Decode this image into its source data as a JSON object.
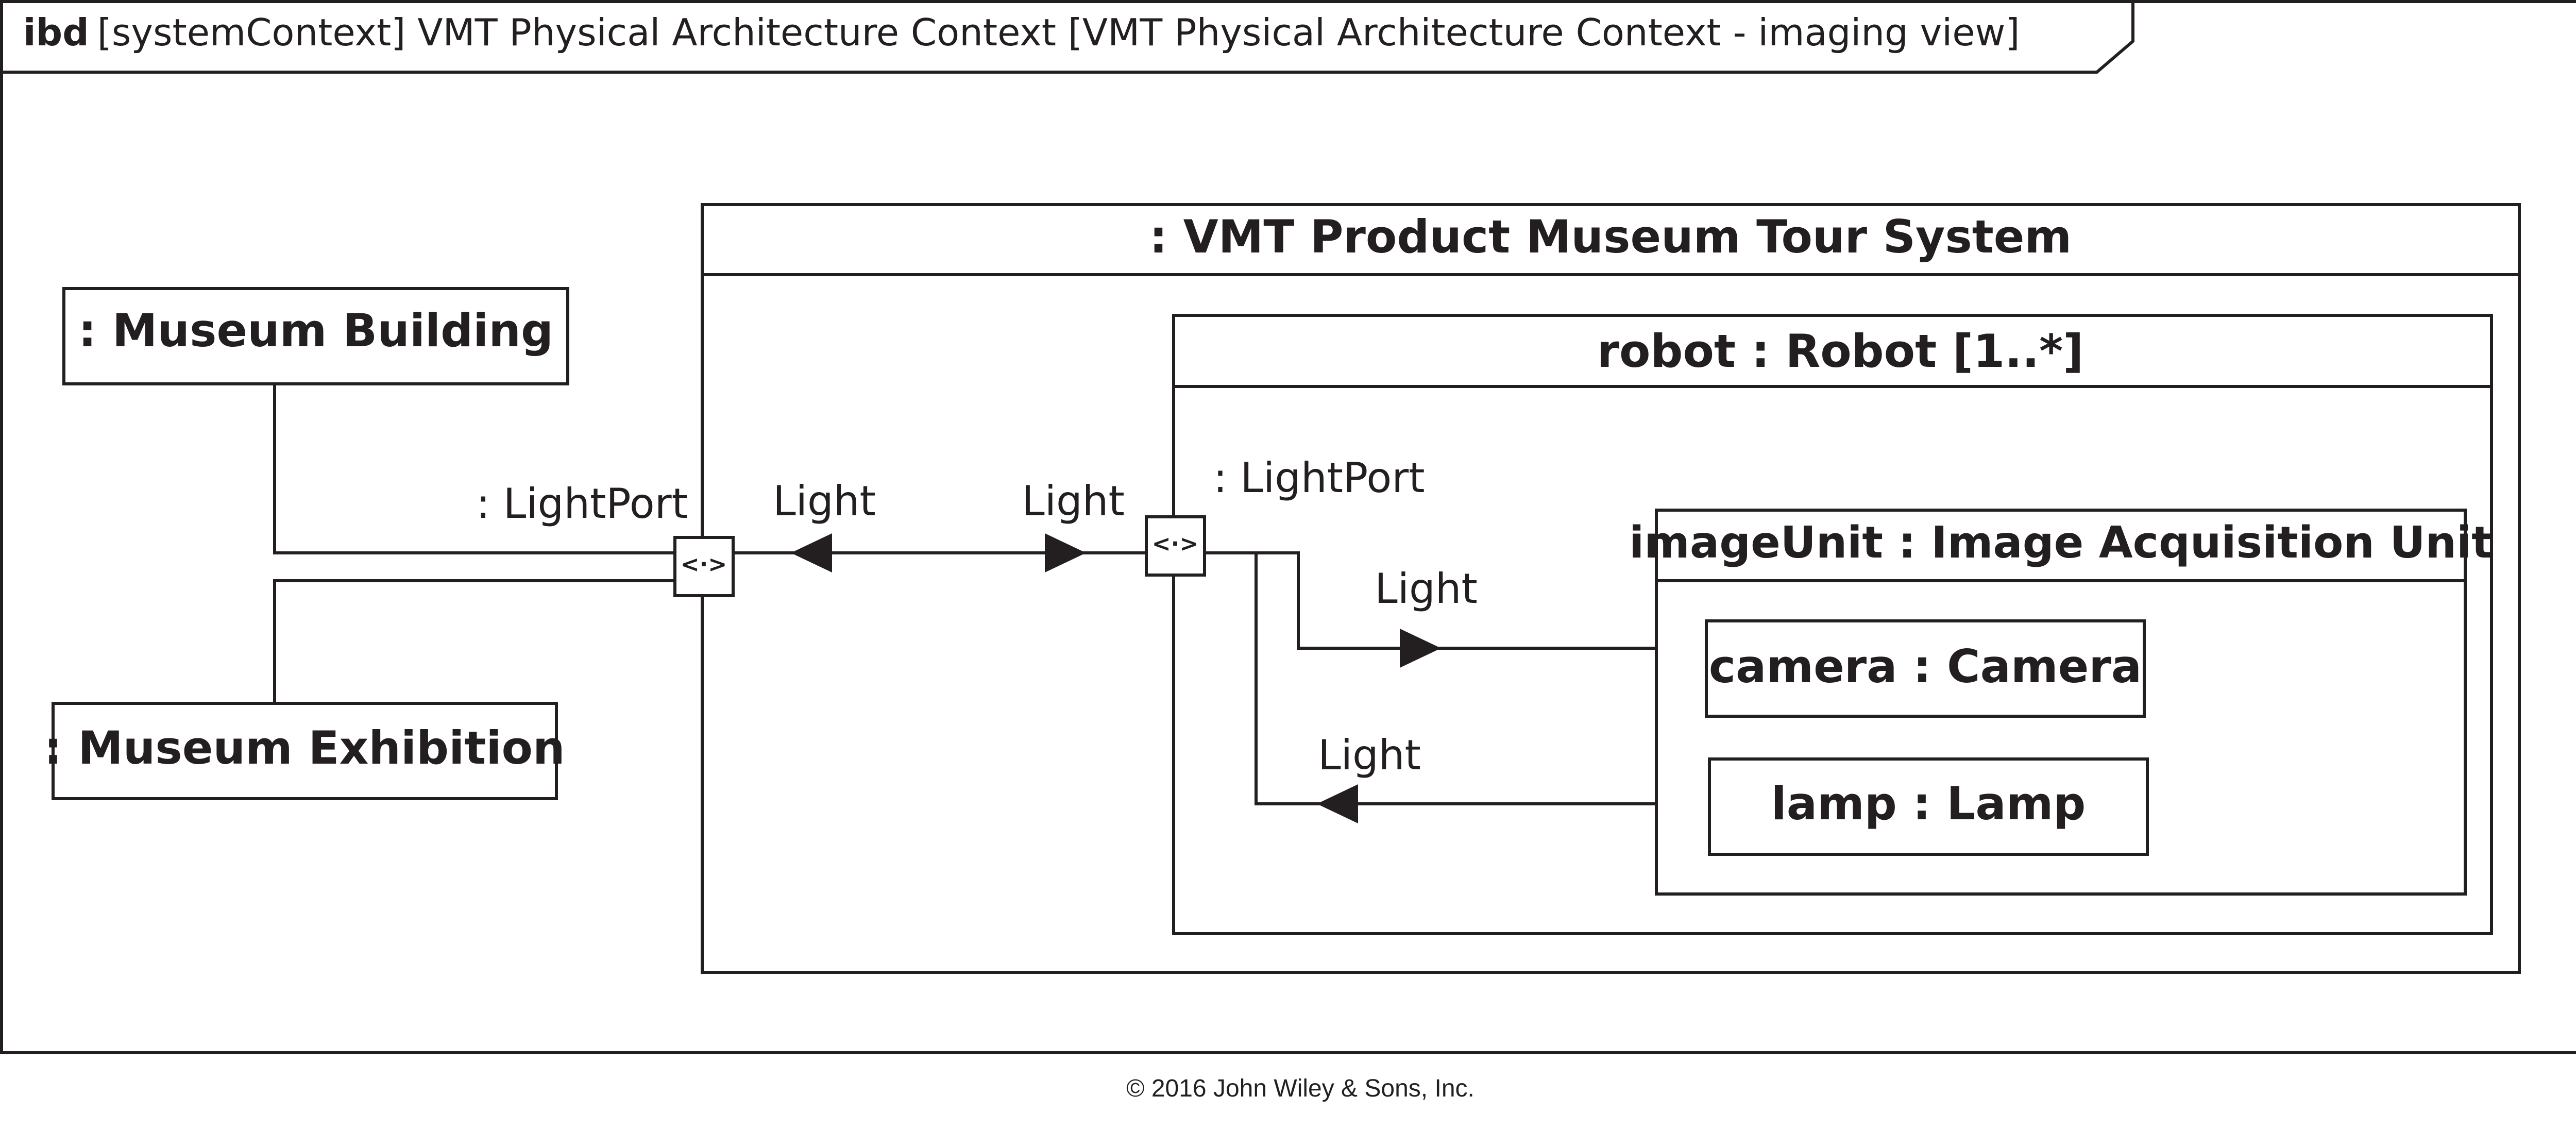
{
  "frame": {
    "keyword": "ibd",
    "header": "[systemContext] VMT Physical Architecture Context [VMT Physical Architecture Context - imaging view]"
  },
  "blocks": {
    "museum_building": ": Museum Building",
    "museum_exhibition": ": Museum Exhibition",
    "system": ": VMT Product Museum Tour System",
    "robot": "robot : Robot [1..*]",
    "image_unit": "imageUnit : Image Acquisition Unit",
    "camera": "camera : Camera",
    "lamp": "lamp : Lamp"
  },
  "ports": {
    "system_port": ": LightPort",
    "robot_port": ": LightPort"
  },
  "flows": {
    "system_in": "Light",
    "system_out": "Light",
    "to_camera": "Light",
    "from_lamp": "Light"
  },
  "colors": {
    "ink": "#231f20",
    "background": "#ffffff"
  },
  "copyright": "© 2016 John Wiley & Sons, Inc."
}
